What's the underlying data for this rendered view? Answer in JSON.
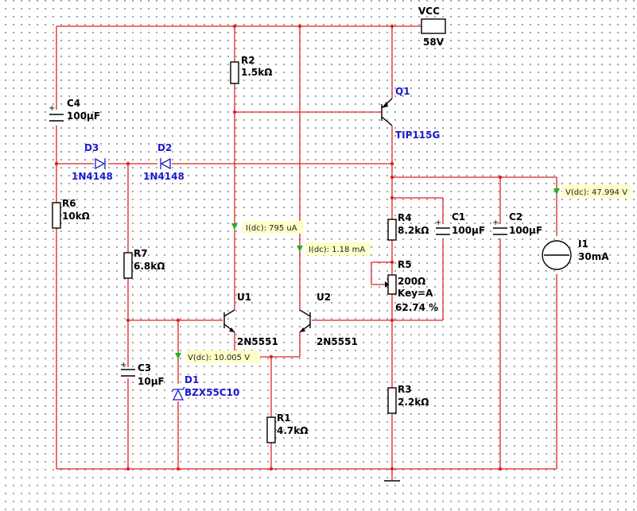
{
  "supply": {
    "label": "VCC",
    "value": "58V"
  },
  "components": {
    "R1": {
      "ref": "R1",
      "value": "4.7kΩ"
    },
    "R2": {
      "ref": "R2",
      "value": "1.5kΩ"
    },
    "R3": {
      "ref": "R3",
      "value": "2.2kΩ"
    },
    "R4": {
      "ref": "R4",
      "value": "8.2kΩ"
    },
    "R5": {
      "ref": "R5",
      "value": "200Ω",
      "key": "Key=A",
      "setting": "62.74 %"
    },
    "R6": {
      "ref": "R6",
      "value": "10kΩ"
    },
    "R7": {
      "ref": "R7",
      "value": "6.8kΩ"
    },
    "C1": {
      "ref": "C1",
      "value": "100µF"
    },
    "C2": {
      "ref": "C2",
      "value": "100µF"
    },
    "C3": {
      "ref": "C3",
      "value": "10µF"
    },
    "C4": {
      "ref": "C4",
      "value": "100µF"
    },
    "D1": {
      "ref": "D1",
      "value": "BZX55C10"
    },
    "D2": {
      "ref": "D2",
      "value": "1N4148"
    },
    "D3": {
      "ref": "D3",
      "value": "1N4148"
    },
    "Q1": {
      "ref": "Q1",
      "value": "TIP115G"
    },
    "U1": {
      "ref": "U1",
      "value": "2N5551"
    },
    "U2": {
      "ref": "U2",
      "value": "2N5551"
    },
    "I1": {
      "ref": "I1",
      "value": "30mA"
    }
  },
  "probes": {
    "i_u1": "I(dc): 795 uA",
    "i_u2": "I(dc): 1.18 mA",
    "v_zener": "V(dc): 10.005 V",
    "v_out": "V(dc): 47.994 V"
  }
}
